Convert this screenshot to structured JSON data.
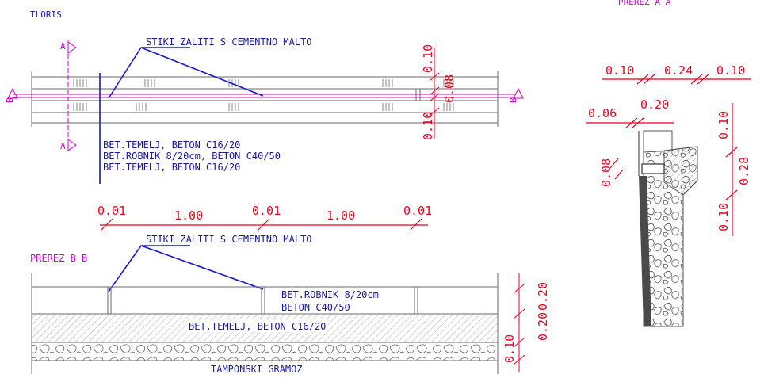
{
  "colors": {
    "outline": "#6a6a6a",
    "axis": "#d000d0",
    "leader": "#1818c8",
    "dimension": "#e8001c",
    "label": "#1a1a9e"
  },
  "plan": {
    "title": "TLORIS",
    "joint_note": "STIKI ZALITI S CEMENTNO MALTO",
    "callouts": [
      "BET.TEMELJ, BETON C16/20",
      "BET.ROBNIK 8/20cm, BETON C40/50",
      "BET.TEMELJ, BETON C16/20"
    ],
    "section_a": "A",
    "section_b": "B",
    "dims_vertical": [
      "0.10",
      "0.08",
      "0.10"
    ],
    "dims_horizontal": [
      "0.01",
      "1.00",
      "0.01",
      "1.00",
      "0.01"
    ]
  },
  "section_bb": {
    "title": "PREREZ  B B",
    "joint_note": "STIKI ZALITI S CEMENTNO MALTO",
    "curb_note_1": "BET.ROBNIK 8/20cm",
    "curb_note_2": "BETON C40/50",
    "foundation_note": "BET.TEMELJ, BETON C16/20",
    "gravel_note": "TAMPONSKI GRAMOZ",
    "dims_vertical": [
      "0.20",
      "0.20",
      "0.10"
    ]
  },
  "section_aa": {
    "title": "PREREZ  A A",
    "dims_top": [
      "0.10",
      "0.24",
      "0.10"
    ],
    "dims_upper": [
      "0.06",
      "0.20"
    ],
    "dims_left": "0.08",
    "dims_right": [
      "0.10",
      "0.28",
      "0.10"
    ]
  }
}
